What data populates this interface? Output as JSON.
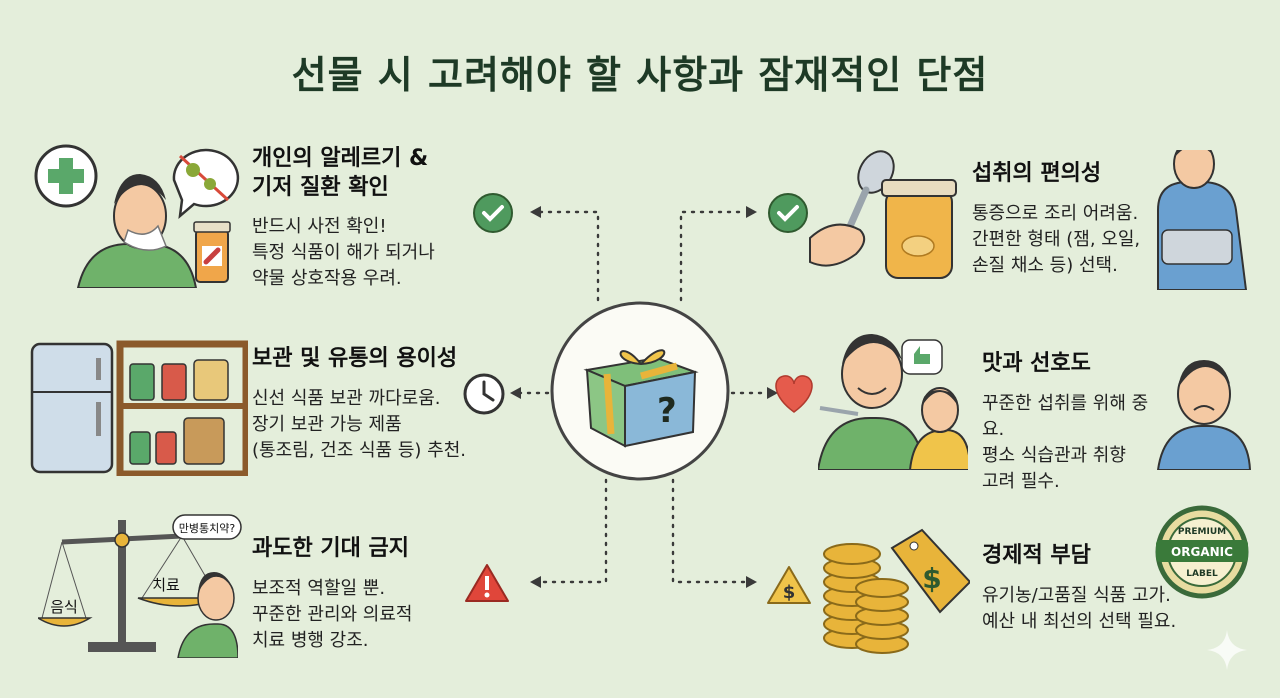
{
  "title": "선물 시 고려해야 할 사항과 잠재적인 단점",
  "items": [
    {
      "title": "개인의 알레르기 &\n기저 질환 확인",
      "desc": "반드시 사전 확인!\n특정 식품이 해가 되거나\n약물 상호작용 우려.",
      "status_icon": "check-icon"
    },
    {
      "title": "보관 및 유통의 용이성",
      "desc": "신선 식품 보관 까다로움.\n장기 보관 가능 제품\n(통조림, 건조 식품 등) 추천.",
      "status_icon": "clock-icon"
    },
    {
      "title": "과도한 기대 금지",
      "desc": "보조적 역할일 뿐.\n꾸준한 관리와 의료적\n치료 병행 강조.",
      "status_icon": "warning-icon"
    },
    {
      "title": "섭취의 편의성",
      "desc": "통증으로 조리 어려움.\n간편한 형태 (잼, 오일,\n손질 채소 등) 선택.",
      "status_icon": "check-icon"
    },
    {
      "title": "맛과 선호도",
      "desc": "꾸준한 섭취를 위해 중요.\n평소 식습관과 취향\n고려 필수.",
      "status_icon": "heart-icon"
    },
    {
      "title": "경제적 부담",
      "desc": "유기농/고품질 식품 고가.\n예산 내 최선의 선택 필요.",
      "status_icon": "dollar-icon"
    }
  ],
  "illustration_labels": {
    "speech_bubble": "만병통치약?",
    "scale_left": "음식",
    "scale_right": "치료",
    "badge_top": "PREMIUM",
    "badge_mid": "ORGANIC",
    "badge_bottom": "LABEL"
  },
  "colors": {
    "background": "#e4eedb",
    "title": "#1e3a26",
    "check": "#4f9a5e",
    "warning": "#e0463a",
    "heart": "#e55b4c",
    "gold": "#e8b43a"
  }
}
